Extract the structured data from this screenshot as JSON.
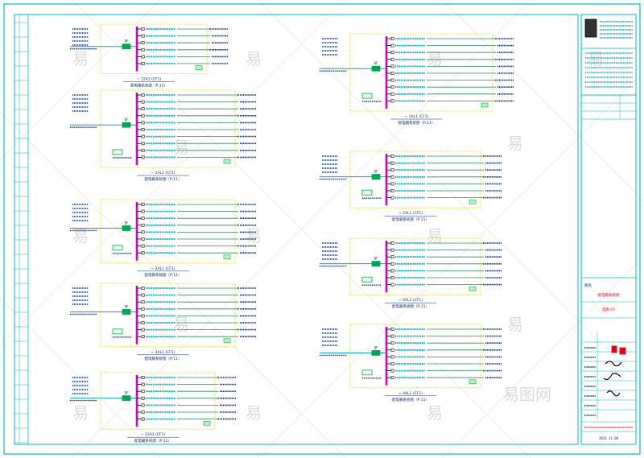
{
  "colors": {
    "background": "#ffffff",
    "frame": "#00b7c9",
    "panel_box": "#e6d800",
    "busbar": "#d400d4",
    "feeder_text": "#0aa3b5",
    "outgoing_line": "#2e8b57",
    "breaker": "#00a651",
    "label_text": "#0b2a6b",
    "stamp_red": "#e0001a",
    "watermark": "#d9d9d9"
  },
  "watermark": {
    "char": "易",
    "brand": "易图网"
  },
  "panels": [
    {
      "id": "L1",
      "rows": 6,
      "has_meter": false,
      "caption_main": "~ 12A1 (CF1)",
      "caption_sub": "配电箱系统图（P:11）"
    },
    {
      "id": "L2",
      "rows": 10,
      "has_meter": true,
      "caption_main": "~ 1AL1 (CF1)",
      "caption_sub": "配电箱系统图（P:11）"
    },
    {
      "id": "L3",
      "rows": 8,
      "has_meter": true,
      "caption_main": "~ 2AL1 (CF1)",
      "caption_sub": "配电箱系统图（P:11）"
    },
    {
      "id": "L4",
      "rows": 8,
      "has_meter": true,
      "caption_main": "~ 3AL1 (CF1)",
      "caption_sub": "配电箱系统图（P:11）"
    },
    {
      "id": "L5",
      "rows": 7,
      "has_meter": false,
      "caption_main": "~ 12A1 (CF1)",
      "caption_sub": "配电箱系统图（P:11）"
    },
    {
      "id": "R1",
      "rows": 10,
      "has_meter": true,
      "caption_main": "~ 1AL1 (CF1)",
      "caption_sub": "配电箱系统图（P:11）"
    },
    {
      "id": "R2",
      "rows": 7,
      "has_meter": true,
      "caption_main": "~ 2AL1 (CF1)",
      "caption_sub": "配电箱系统图（P:11）"
    },
    {
      "id": "R3",
      "rows": 7,
      "has_meter": true,
      "caption_main": "~ 3AL1 (CF1)",
      "caption_sub": "配电箱系统图（P:11）"
    },
    {
      "id": "R4",
      "rows": 8,
      "has_meter": true,
      "caption_main": "~ 4AL1 (CF1)",
      "caption_sub": "配电箱系统图（P:11）"
    }
  ],
  "title_block": {
    "drawing_label": "图名",
    "drawing_name": "配电箱系统图",
    "sheet_no": "电施-05",
    "date": "2024.11.08"
  }
}
